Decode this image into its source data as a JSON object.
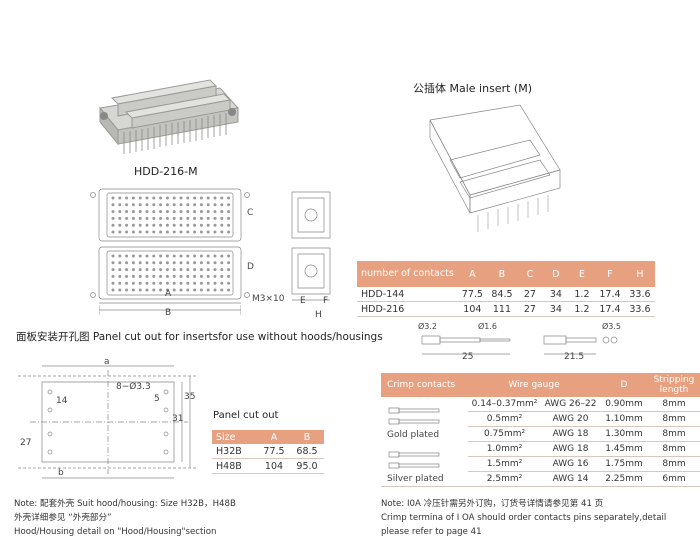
{
  "product_name": "HDD-216-M",
  "male_insert_title": "公插体 Male insert (M)",
  "dimension_labels": {
    "A": "A",
    "B": "B",
    "C": "C",
    "D": "D",
    "E": "E",
    "F": "F",
    "H": "H",
    "screw": "M3×10"
  },
  "spec_table": {
    "headers": [
      "number of contacts",
      "A",
      "B",
      "C",
      "D",
      "E",
      "F",
      "H"
    ],
    "rows": [
      [
        "HDD-144",
        "77.5",
        "84.5",
        "27",
        "34",
        "1.2",
        "17.4",
        "33.6"
      ],
      [
        "HDD-216",
        "104",
        "111",
        "27",
        "34",
        "1.2",
        "17.4",
        "33.6"
      ]
    ]
  },
  "panel_cutout_title": "面板安装开孔图 Panel cut out for insertsfor use without hoods/housings",
  "cutout_dims": {
    "a": "a",
    "b": "b",
    "hole": "8−Ø3.3",
    "d14": "14",
    "d5": "5",
    "d31": "31",
    "d35": "35",
    "d27": "27"
  },
  "pin_dims": {
    "d32": "Ø3.2",
    "d16": "Ø1.6",
    "len25": "25",
    "d35": "Ø3.5",
    "len215": "21.5"
  },
  "panel_cut_table": {
    "title": "Panel cut out",
    "headers": [
      "Size",
      "A",
      "B"
    ],
    "rows": [
      [
        "H32B",
        "77.5",
        "68.5"
      ],
      [
        "H48B",
        "104",
        "95.0"
      ]
    ]
  },
  "crimp_table": {
    "headers": [
      "Crimp contacts",
      "Wire gauge",
      "",
      "D",
      "Stripping length"
    ],
    "labels": {
      "gold": "Gold plated",
      "silver": "Silver plated"
    },
    "rows": [
      [
        "0.14–0.37mm²",
        "AWG 26–22",
        "0.90mm",
        "8mm"
      ],
      [
        "0.5mm²",
        "AWG 20",
        "1.10mm",
        "8mm"
      ],
      [
        "0.75mm²",
        "AWG 18",
        "1.30mm",
        "8mm"
      ],
      [
        "1.0mm²",
        "AWG 18",
        "1.45mm",
        "8mm"
      ],
      [
        "1.5mm²",
        "AWG 16",
        "1.75mm",
        "8mm"
      ],
      [
        "2.5mm²",
        "AWG 14",
        "2.25mm",
        "6mm"
      ]
    ]
  },
  "note_left": [
    "Note: 配套外壳 Suit hood/housing: Size H32B，H48B",
    "外壳详细参见 “外壳部分”",
    "Hood/Housing detail on \"Hood/Housing\"section"
  ],
  "note_right": [
    "Note: I0A 冷压针需另外订购，订货号详情请参见第 41 页",
    "Crimp termina of I OA should order contacts pins separately,detail",
    "please refer to page 41"
  ]
}
